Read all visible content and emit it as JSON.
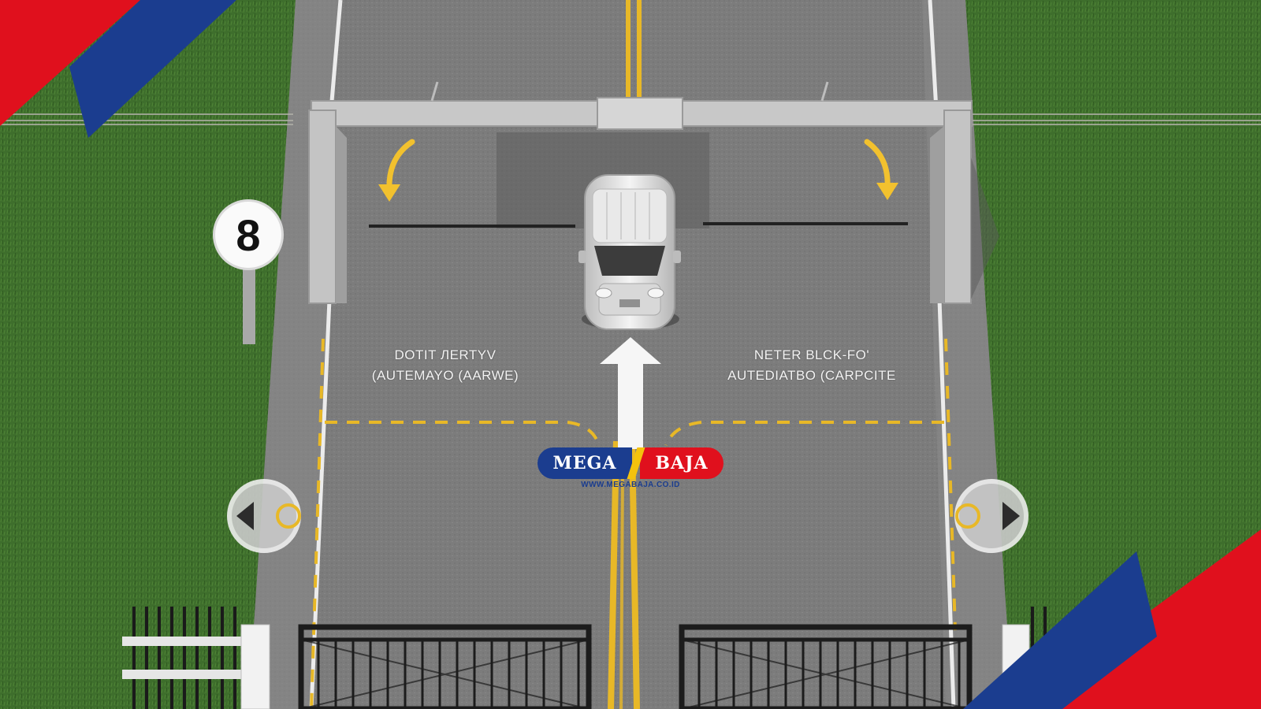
{
  "sign": {
    "number": "8"
  },
  "road_labels": {
    "left": {
      "line1": "DOTIT ЛЕRTYV",
      "line2": "(AUTEMAYO (AARWE)"
    },
    "right": {
      "line1": "NETER BLCK-FO'",
      "line2": "AUTEDIATBO (CARPCITE"
    }
  },
  "logo": {
    "left": "MEGA",
    "right": "BAJA",
    "url": "WWW.MEGABAJA.CO.ID"
  },
  "colors": {
    "grass": "#3b6b2a",
    "road": "#7e7e7e",
    "yellow_line": "#e8b827",
    "brand_blue": "#1b3d8f",
    "brand_red": "#e0101d"
  }
}
